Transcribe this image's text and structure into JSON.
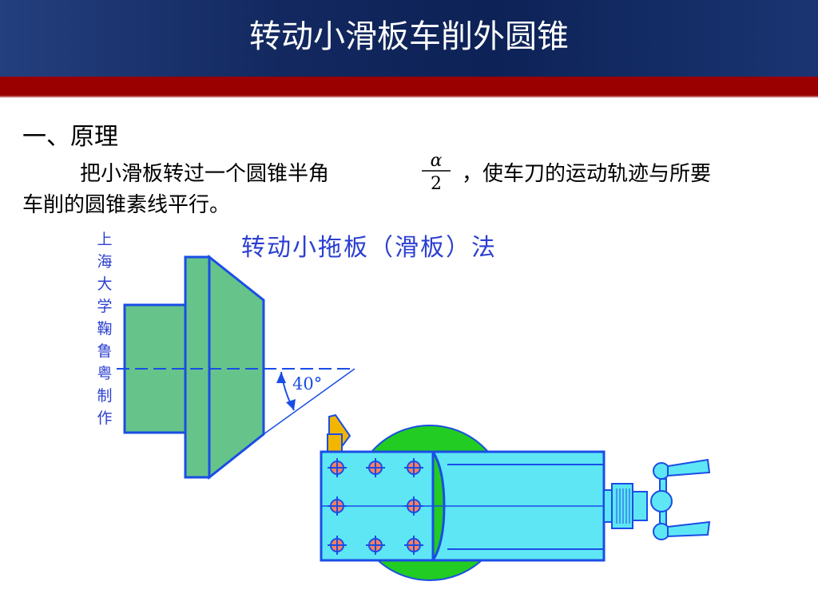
{
  "header": {
    "title": "转动小滑板车削外圆锥"
  },
  "section": {
    "heading": "一、原理"
  },
  "body": {
    "line1_before": "把小滑板转过一个圆锥半角",
    "fraction_numerator": "α",
    "fraction_denominator": "2",
    "line1_after": "，使车刀的运动轨迹与所要",
    "line2": "车削的圆锥素线平行。"
  },
  "diagram": {
    "title": "转动小拖板（滑板）法",
    "credit_chars": [
      "上",
      "海",
      "大",
      "学",
      "鞠",
      "鲁",
      "粤",
      "制",
      "作"
    ],
    "angle_label": "40°"
  },
  "colors": {
    "header_blue": "#12285f",
    "accent_red": "#9a0000",
    "workpiece_green": "#66c48a",
    "outline_blue": "#1a4de6",
    "carriage_cyan": "#5ee6f5",
    "turntable_green": "#22cc22",
    "tool_gold": "#f2b600"
  }
}
